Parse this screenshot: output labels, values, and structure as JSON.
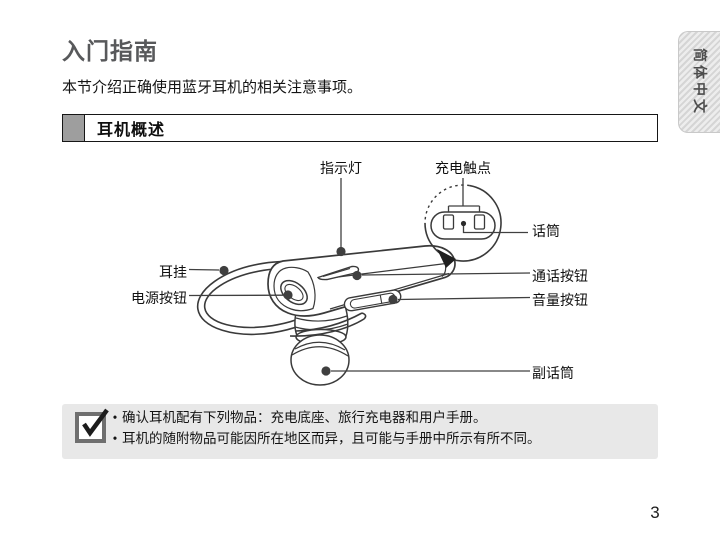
{
  "page": {
    "title": "入门指南",
    "intro": "本节介绍正确使用蓝牙耳机的相关注意事项。",
    "language_tab": "简体中文",
    "page_number": "3"
  },
  "section": {
    "title": "耳机概述"
  },
  "diagram": {
    "description": "bluetooth-headset-overview-line-drawing",
    "labels": {
      "indicator": "指示灯",
      "charging_contact": "充电触点",
      "microphone": "话筒",
      "ear_hook": "耳挂",
      "power_button": "电源按钮",
      "talk_button": "通话按钮",
      "volume_button": "音量按钮",
      "secondary_mic": "副话筒"
    }
  },
  "note": {
    "icon": "checkbox-checked-icon",
    "bullet": "•",
    "items": [
      "确认耳机配有下列物品：充电底座、旅行充电器和用户手册。",
      "耳机的随附物品可能因所在地区而异，且可能与手册中所示有所不同。"
    ]
  },
  "colors": {
    "line_art": "#3a3a3a",
    "leader_dot": "#3f3f3f",
    "note_background": "#e8e8e8",
    "section_block": "#9e9e9e",
    "title_text": "#58595b",
    "tab_stripe": "#d5d5d5"
  }
}
